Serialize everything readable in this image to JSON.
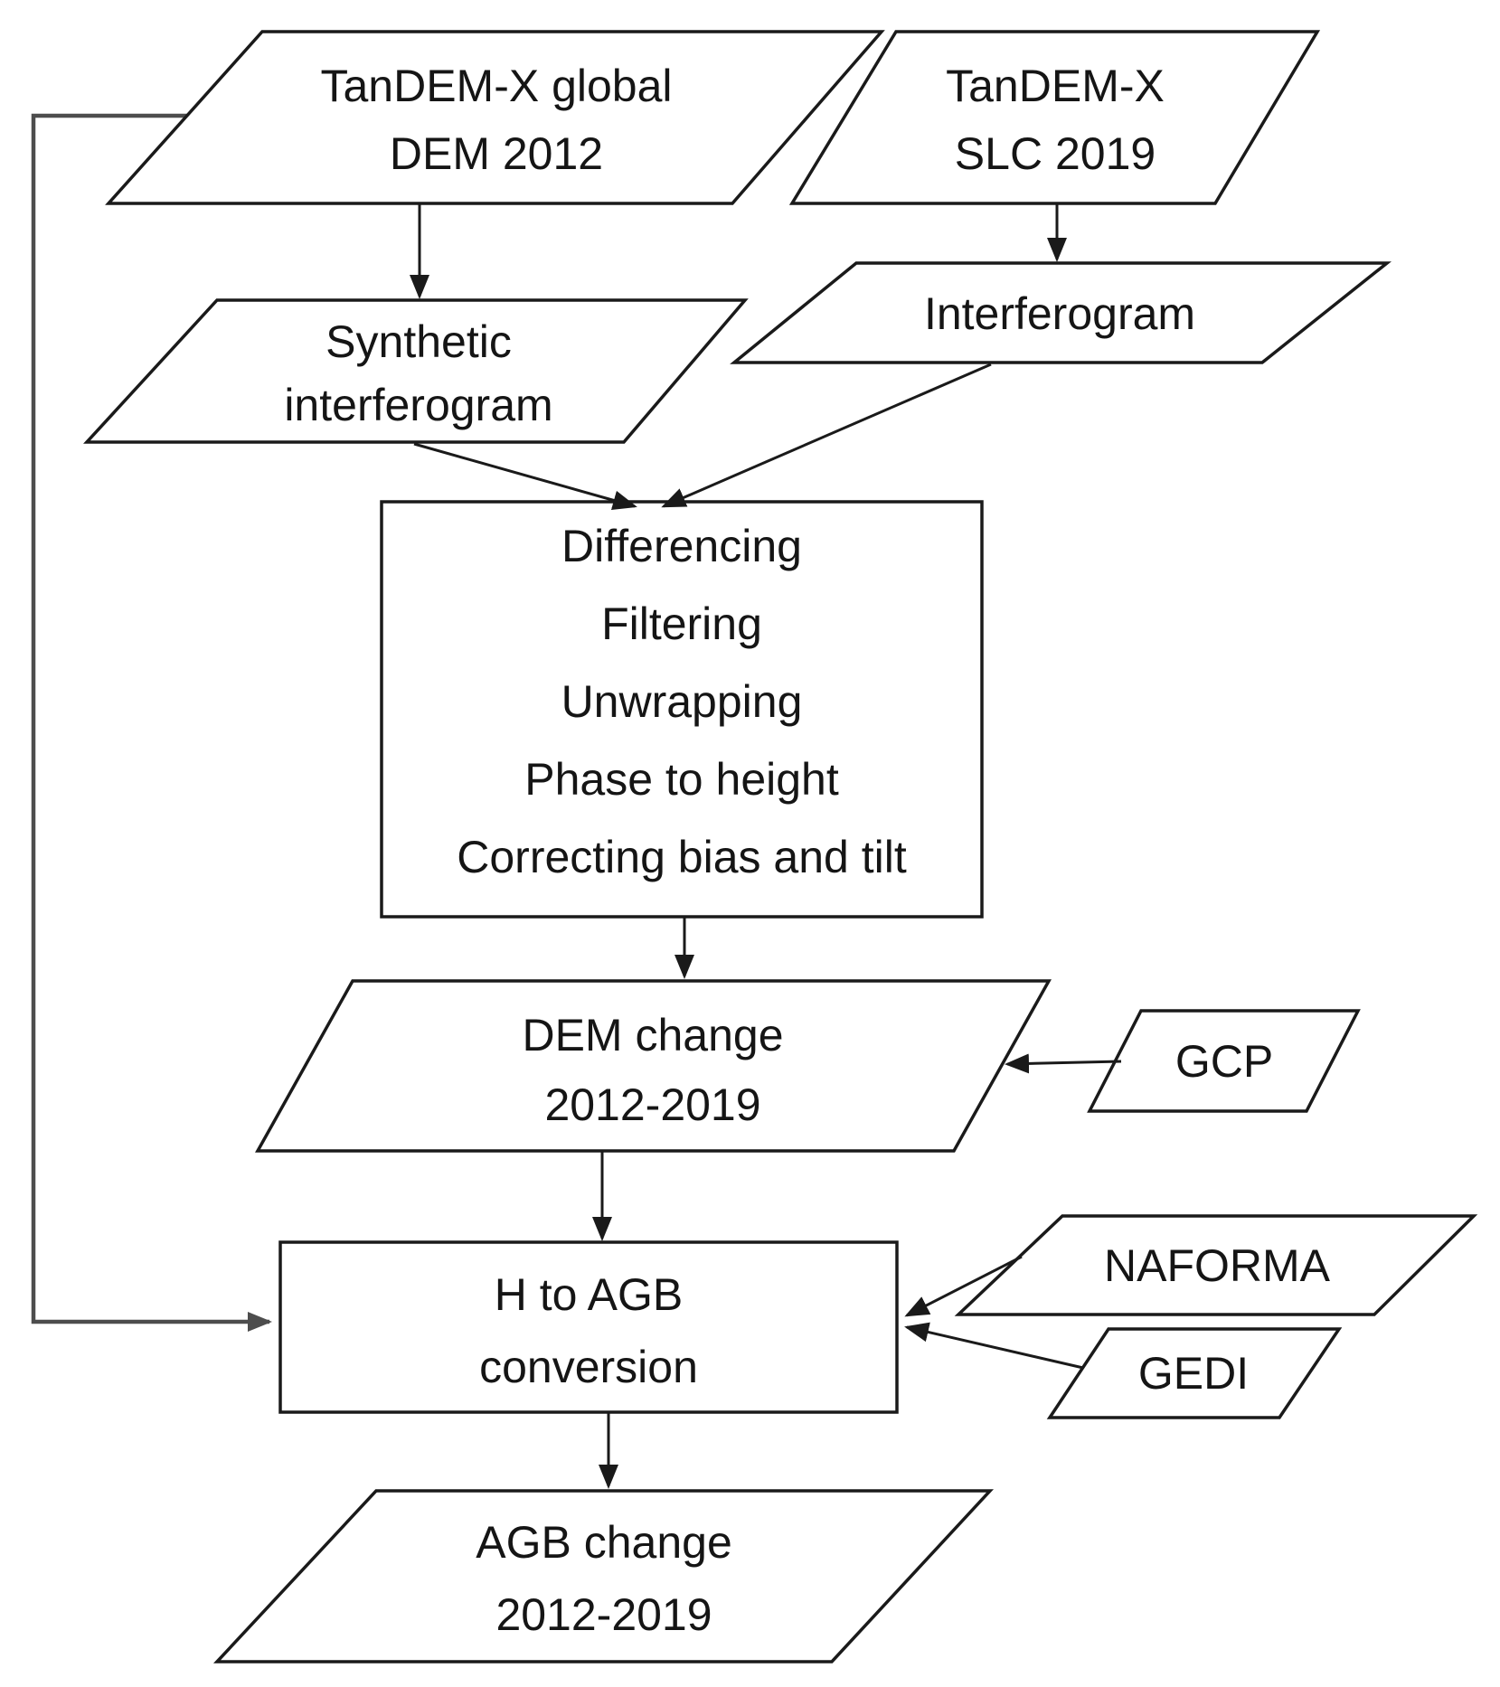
{
  "diagram": {
    "type": "flowchart",
    "colors": {
      "line": "#1a1a1a",
      "feedback_line": "#4d4d4d",
      "background": "#ffffff",
      "text": "#151515"
    },
    "nodes": {
      "tandem_dem": {
        "shape": "parallelogram",
        "line1": "TanDEM-X global",
        "line2": "DEM 2012"
      },
      "tandem_slc": {
        "shape": "parallelogram",
        "line1": "TanDEM-X",
        "line2": "SLC 2019"
      },
      "synthetic_interferogram": {
        "shape": "parallelogram",
        "line1": "Synthetic",
        "line2": "interferogram"
      },
      "interferogram": {
        "shape": "parallelogram",
        "line1": "Interferogram"
      },
      "processing": {
        "shape": "rectangle",
        "line1": "Differencing",
        "line2": "Filtering",
        "line3": "Unwrapping",
        "line4": "Phase to height",
        "line5": "Correcting bias and tilt"
      },
      "dem_change": {
        "shape": "parallelogram",
        "line1": "DEM change",
        "line2": "2012-2019"
      },
      "gcp": {
        "shape": "parallelogram",
        "line1": "GCP"
      },
      "h_to_agb": {
        "shape": "rectangle",
        "line1": "H to AGB",
        "line2": "conversion"
      },
      "naforma": {
        "shape": "parallelogram",
        "line1": "NAFORMA"
      },
      "gedi": {
        "shape": "parallelogram",
        "line1": "GEDI"
      },
      "agb_change": {
        "shape": "parallelogram",
        "line1": "AGB change",
        "line2": "2012-2019"
      }
    },
    "edges": [
      "tandem_dem -> synthetic_interferogram",
      "tandem_slc -> interferogram",
      "synthetic_interferogram -> processing",
      "interferogram -> processing",
      "processing -> dem_change",
      "gcp -> dem_change",
      "dem_change -> h_to_agb",
      "tandem_dem -> h_to_agb",
      "naforma -> h_to_agb",
      "gedi -> h_to_agb",
      "h_to_agb -> agb_change"
    ]
  }
}
